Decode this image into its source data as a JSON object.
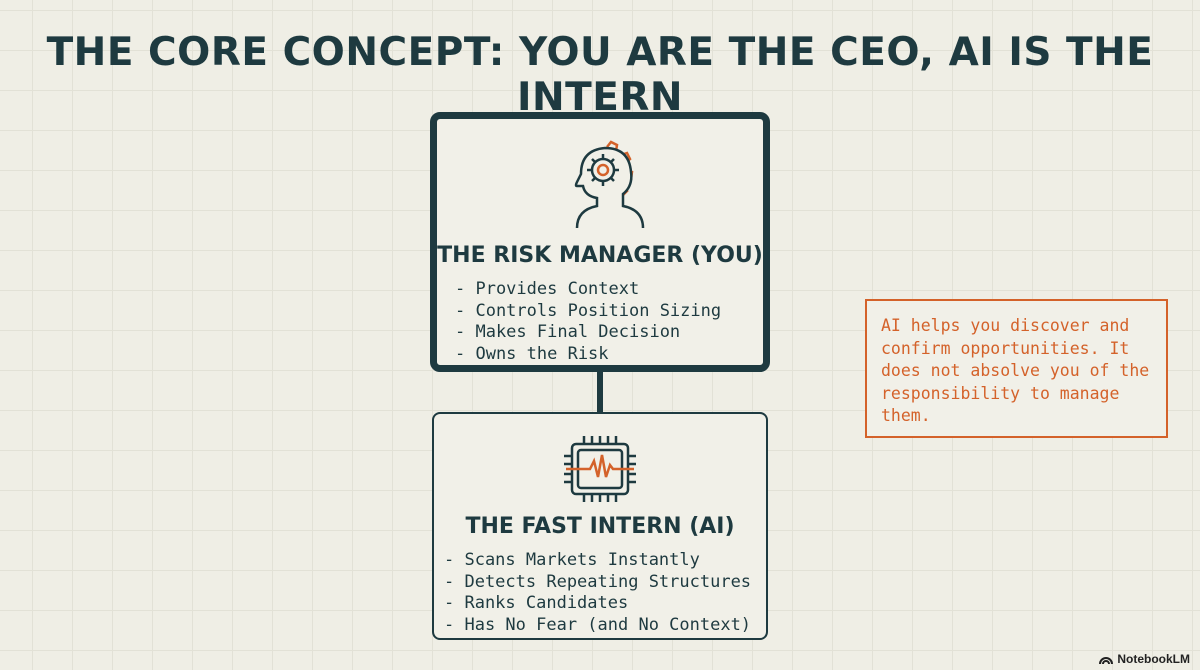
{
  "title": "THE CORE CONCEPT: YOU ARE THE CEO, AI IS THE INTERN",
  "risk_manager": {
    "icon": "head-gear-icon",
    "heading": "THE RISK MANAGER (YOU)",
    "items": [
      "- Provides Context",
      "- Controls Position Sizing",
      "- Makes Final Decision",
      "- Owns the Risk"
    ]
  },
  "intern": {
    "icon": "chip-pulse-icon",
    "heading": "THE FAST INTERN (AI)",
    "items": [
      "- Scans Markets Instantly",
      "- Detects Repeating Structures",
      "- Ranks Candidates",
      "- Has No Fear (and No Context)"
    ]
  },
  "callout": {
    "text": "AI helps you discover and confirm opportunities. It does not absolve you of the responsibility to manage them."
  },
  "brand": "NotebookLM",
  "colors": {
    "dark": "#1e3a40",
    "accent": "#d4622a",
    "background": "#efeee5"
  }
}
